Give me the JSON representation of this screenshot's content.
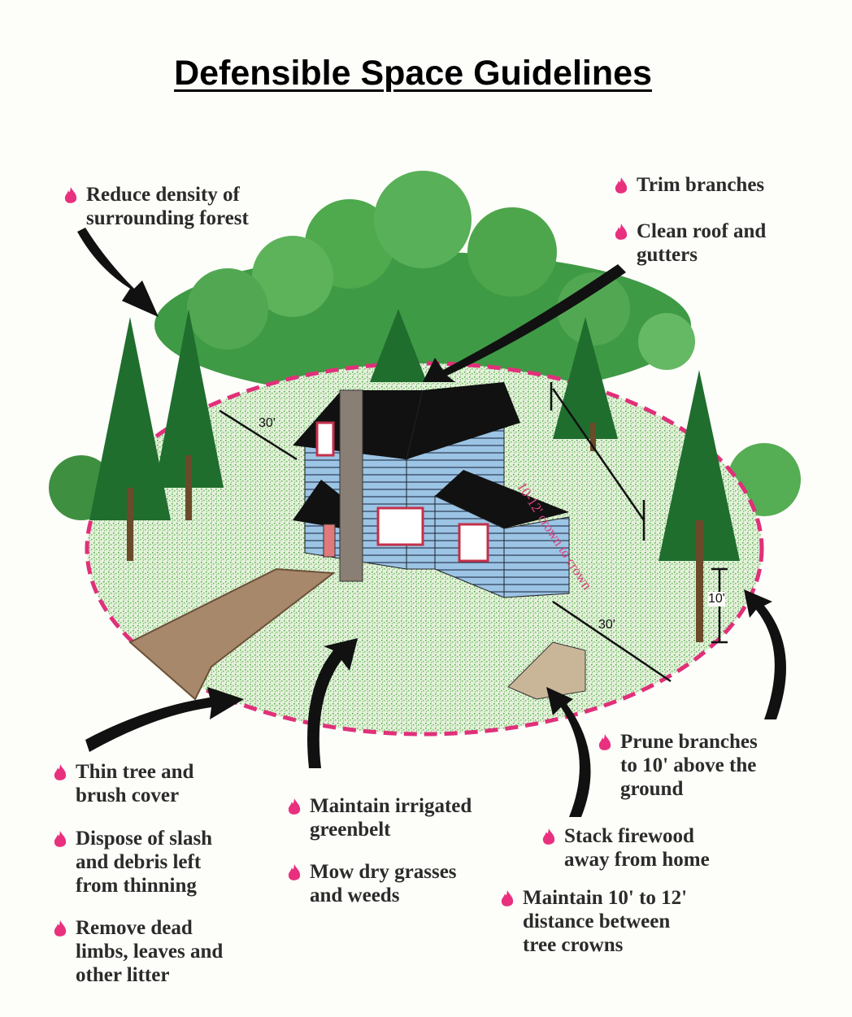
{
  "title": "Defensible Space Guidelines",
  "colors": {
    "accent_pink": "#e0307a",
    "grass": "#8fc96f",
    "tree": "#2f8a3a",
    "house_siding": "#9cc4e4",
    "roof": "#111111"
  },
  "icons": {
    "bullet": "flame-icon"
  },
  "tips": [
    {
      "lines": [
        "Reduce density of",
        "surrounding forest"
      ]
    },
    {
      "lines": [
        "Trim branches"
      ]
    },
    {
      "lines": [
        "Clean roof and",
        "gutters"
      ]
    },
    {
      "lines": [
        "Thin tree and",
        "brush cover"
      ]
    },
    {
      "lines": [
        "Dispose of slash",
        "and debris left",
        "from thinning"
      ]
    },
    {
      "lines": [
        "Remove dead",
        "limbs, leaves and",
        "other litter"
      ]
    },
    {
      "lines": [
        "Maintain irrigated",
        "greenbelt"
      ]
    },
    {
      "lines": [
        "Mow dry grasses",
        "and weeds"
      ]
    },
    {
      "lines": [
        "Prune branches",
        "to 10' above the",
        "ground"
      ]
    },
    {
      "lines": [
        "Stack firewood",
        "away from home"
      ]
    },
    {
      "lines": [
        "Maintain 10' to 12'",
        "distance between",
        "tree crowns"
      ]
    }
  ],
  "dimensions": {
    "left_distance": "30'",
    "right_distance": "30'",
    "prune_height": "10'",
    "crown_spacing": "10-12' crown to crown"
  }
}
